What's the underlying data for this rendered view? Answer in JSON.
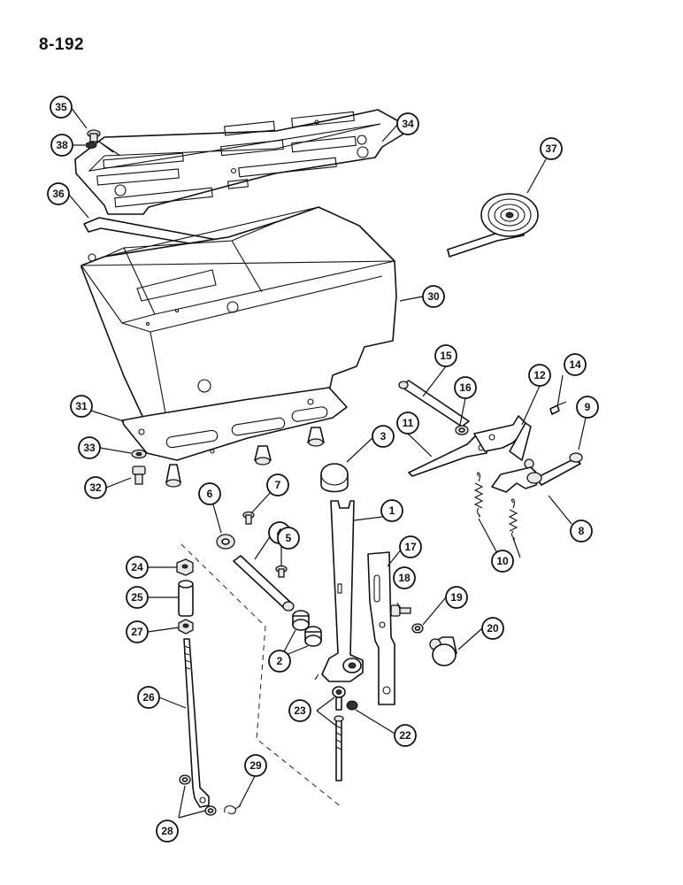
{
  "page_number": "8-192",
  "callouts": [
    {
      "id": "c35",
      "label": "35"
    },
    {
      "id": "c38",
      "label": "38"
    },
    {
      "id": "c34",
      "label": "34"
    },
    {
      "id": "c36",
      "label": "36"
    },
    {
      "id": "c37",
      "label": "37"
    },
    {
      "id": "c30",
      "label": "30"
    },
    {
      "id": "c15",
      "label": "15"
    },
    {
      "id": "c16",
      "label": "16"
    },
    {
      "id": "c12",
      "label": "12"
    },
    {
      "id": "c14",
      "label": "14"
    },
    {
      "id": "c9",
      "label": "9"
    },
    {
      "id": "c11",
      "label": "11"
    },
    {
      "id": "c31",
      "label": "31"
    },
    {
      "id": "c3",
      "label": "3"
    },
    {
      "id": "c33",
      "label": "33"
    },
    {
      "id": "c32",
      "label": "32"
    },
    {
      "id": "c6",
      "label": "6"
    },
    {
      "id": "c7",
      "label": "7"
    },
    {
      "id": "c1",
      "label": "1"
    },
    {
      "id": "c8",
      "label": "8"
    },
    {
      "id": "c4",
      "label": "4"
    },
    {
      "id": "c5",
      "label": "5"
    },
    {
      "id": "c10",
      "label": "10"
    },
    {
      "id": "c17",
      "label": "17"
    },
    {
      "id": "c24",
      "label": "24"
    },
    {
      "id": "c25",
      "label": "25"
    },
    {
      "id": "c18",
      "label": "18"
    },
    {
      "id": "c19",
      "label": "19"
    },
    {
      "id": "c27",
      "label": "27"
    },
    {
      "id": "c20",
      "label": "20"
    },
    {
      "id": "c2",
      "label": "2"
    },
    {
      "id": "c26",
      "label": "26"
    },
    {
      "id": "c23",
      "label": "23"
    },
    {
      "id": "c22",
      "label": "22"
    },
    {
      "id": "c29",
      "label": "29"
    },
    {
      "id": "c28",
      "label": "28"
    }
  ]
}
